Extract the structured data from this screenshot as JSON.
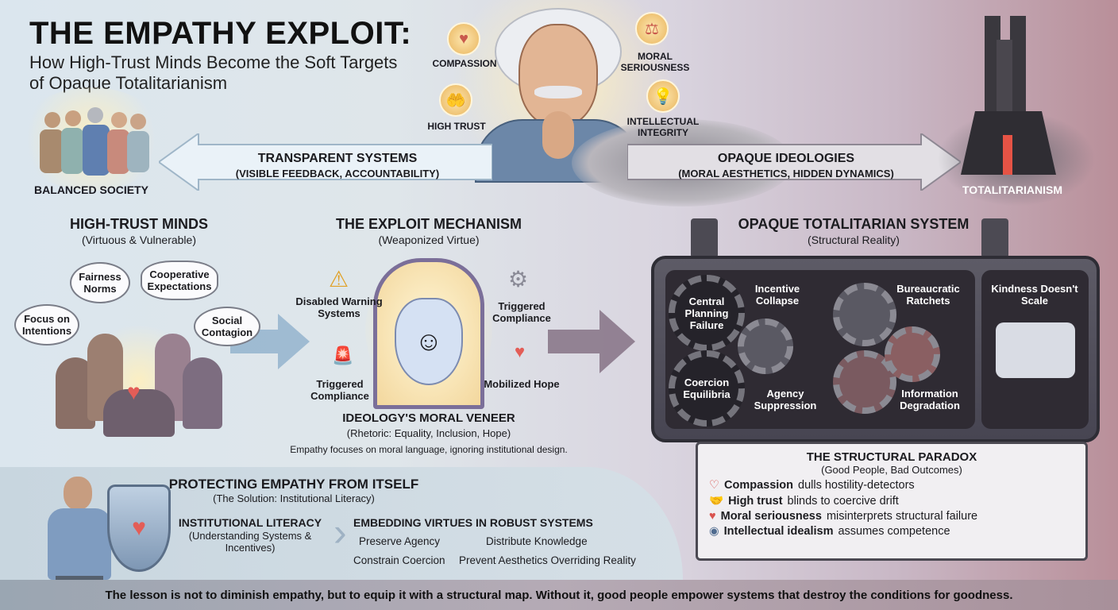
{
  "header": {
    "title": "THE EMPATHY EXPLOIT:",
    "subtitle": "How High-Trust Minds Become the Soft Targets of Opaque Totalitarianism"
  },
  "traits": {
    "compassion": "COMPASSION",
    "high_trust": "HIGH TRUST",
    "moral_seriousness": "MORAL SERIOUSNESS",
    "intellectual_integrity": "INTELLECTUAL INTEGRITY"
  },
  "poles": {
    "left": "BALANCED SOCIETY",
    "right": "TOTALITARIANISM"
  },
  "arrows": {
    "transparent_title": "TRANSPARENT SYSTEMS",
    "transparent_sub": "(VISIBLE FEEDBACK, ACCOUNTABILITY)",
    "opaque_title": "OPAQUE IDEOLOGIES",
    "opaque_sub": "(MORAL AESTHETICS, HIDDEN DYNAMICS)"
  },
  "high_trust": {
    "title": "HIGH-TRUST MINDS",
    "subtitle": "(Virtuous & Vulnerable)",
    "bubbles": [
      "Fairness Norms",
      "Cooperative Expectations",
      "Focus on Intentions",
      "Social Contagion"
    ]
  },
  "mechanism": {
    "title": "THE EXPLOIT MECHANISM",
    "subtitle": "(Weaponized Virtue)",
    "items": [
      "Disabled Warning Systems",
      "Triggered Compliance",
      "Triggered Compliance",
      "Mobilized Hope"
    ],
    "veneer_title": "IDEOLOGY'S MORAL VENEER",
    "veneer_sub": "(Rhetoric: Equality, Inclusion, Hope)",
    "veneer_note": "Empathy focuses on moral language, ignoring institutional design."
  },
  "system": {
    "title": "OPAQUE TOTALITARIAN SYSTEM",
    "subtitle": "(Structural Reality)",
    "parts": [
      "Central Planning Failure",
      "Coercion Equilibria",
      "Incentive Collapse",
      "Agency Suppression",
      "Bureaucratic Ratchets",
      "Information Degradation",
      "Kindness Doesn't Scale"
    ]
  },
  "paradox": {
    "title": "THE STRUCTURAL PARADOX",
    "subtitle": "(Good People, Bad Outcomes)",
    "rows": [
      {
        "bold": "Compassion",
        "rest": " dulls hostility-detectors",
        "icon": "heart-icon"
      },
      {
        "bold": "High trust",
        "rest": " blinds to coercive drift",
        "icon": "handshake-icon"
      },
      {
        "bold": "Moral seriousness",
        "rest": " misinterprets structural failure",
        "icon": "heartbeat-icon"
      },
      {
        "bold": "Intellectual idealism",
        "rest": " assumes competence",
        "icon": "brain-icon"
      }
    ]
  },
  "solution": {
    "title": "PROTECTING EMPATHY FROM ITSELF",
    "subtitle": "(The Solution: Institutional Literacy)",
    "literacy_title": "INSTITUTIONAL LITERACY",
    "literacy_sub": "(Understanding Systems & Incentives)",
    "embed_title": "EMBEDDING VIRTUES IN ROBUST SYSTEMS",
    "items": [
      "Preserve Agency",
      "Distribute Knowledge",
      "Constrain Coercion",
      "Prevent Aesthetics Overriding Reality"
    ]
  },
  "caption": "The lesson is not to diminish empathy, but to equip it with a structural map. Without it, good people empower systems that destroy the conditions for goodness."
}
